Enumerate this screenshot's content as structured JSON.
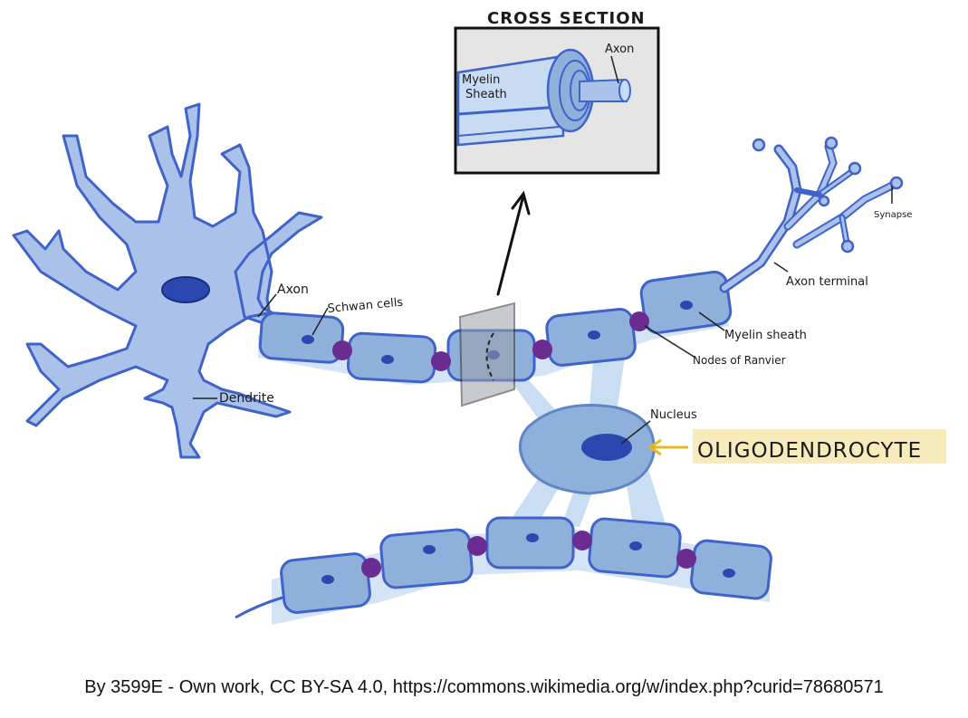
{
  "cross_section": {
    "title": "CROSS SECTION",
    "label_axon": "Axon",
    "label_myelin_line1": "Myelin",
    "label_myelin_line2": "Sheath"
  },
  "labels": {
    "axon": "Axon",
    "schwann_cells": "Schwan cells",
    "dendrite": "Dendrite",
    "axon_terminal": "Axon terminal",
    "synapse": "Synapse",
    "myelin_sheath": "Myelin sheath",
    "nodes_of_ranvier": "Nodes of Ranvier",
    "nucleus": "Nucleus",
    "oligodendrocyte": "OLIGODENDROCYTE"
  },
  "credit": "By 3599E - Own work, CC BY-SA 4.0, https://commons.wikimedia.org/w/index.php?curid=78680571",
  "colors": {
    "cell_fill": "#aac2ea",
    "cell_stroke": "#3f63c8",
    "segment_fill": "#8fb0da",
    "node_fill": "#6a2c91",
    "nucleus_fill": "#2b48b0",
    "glow": "#b7d3ee",
    "highlight": "#f6e7b0",
    "arrow_yellow": "#e8b820"
  }
}
